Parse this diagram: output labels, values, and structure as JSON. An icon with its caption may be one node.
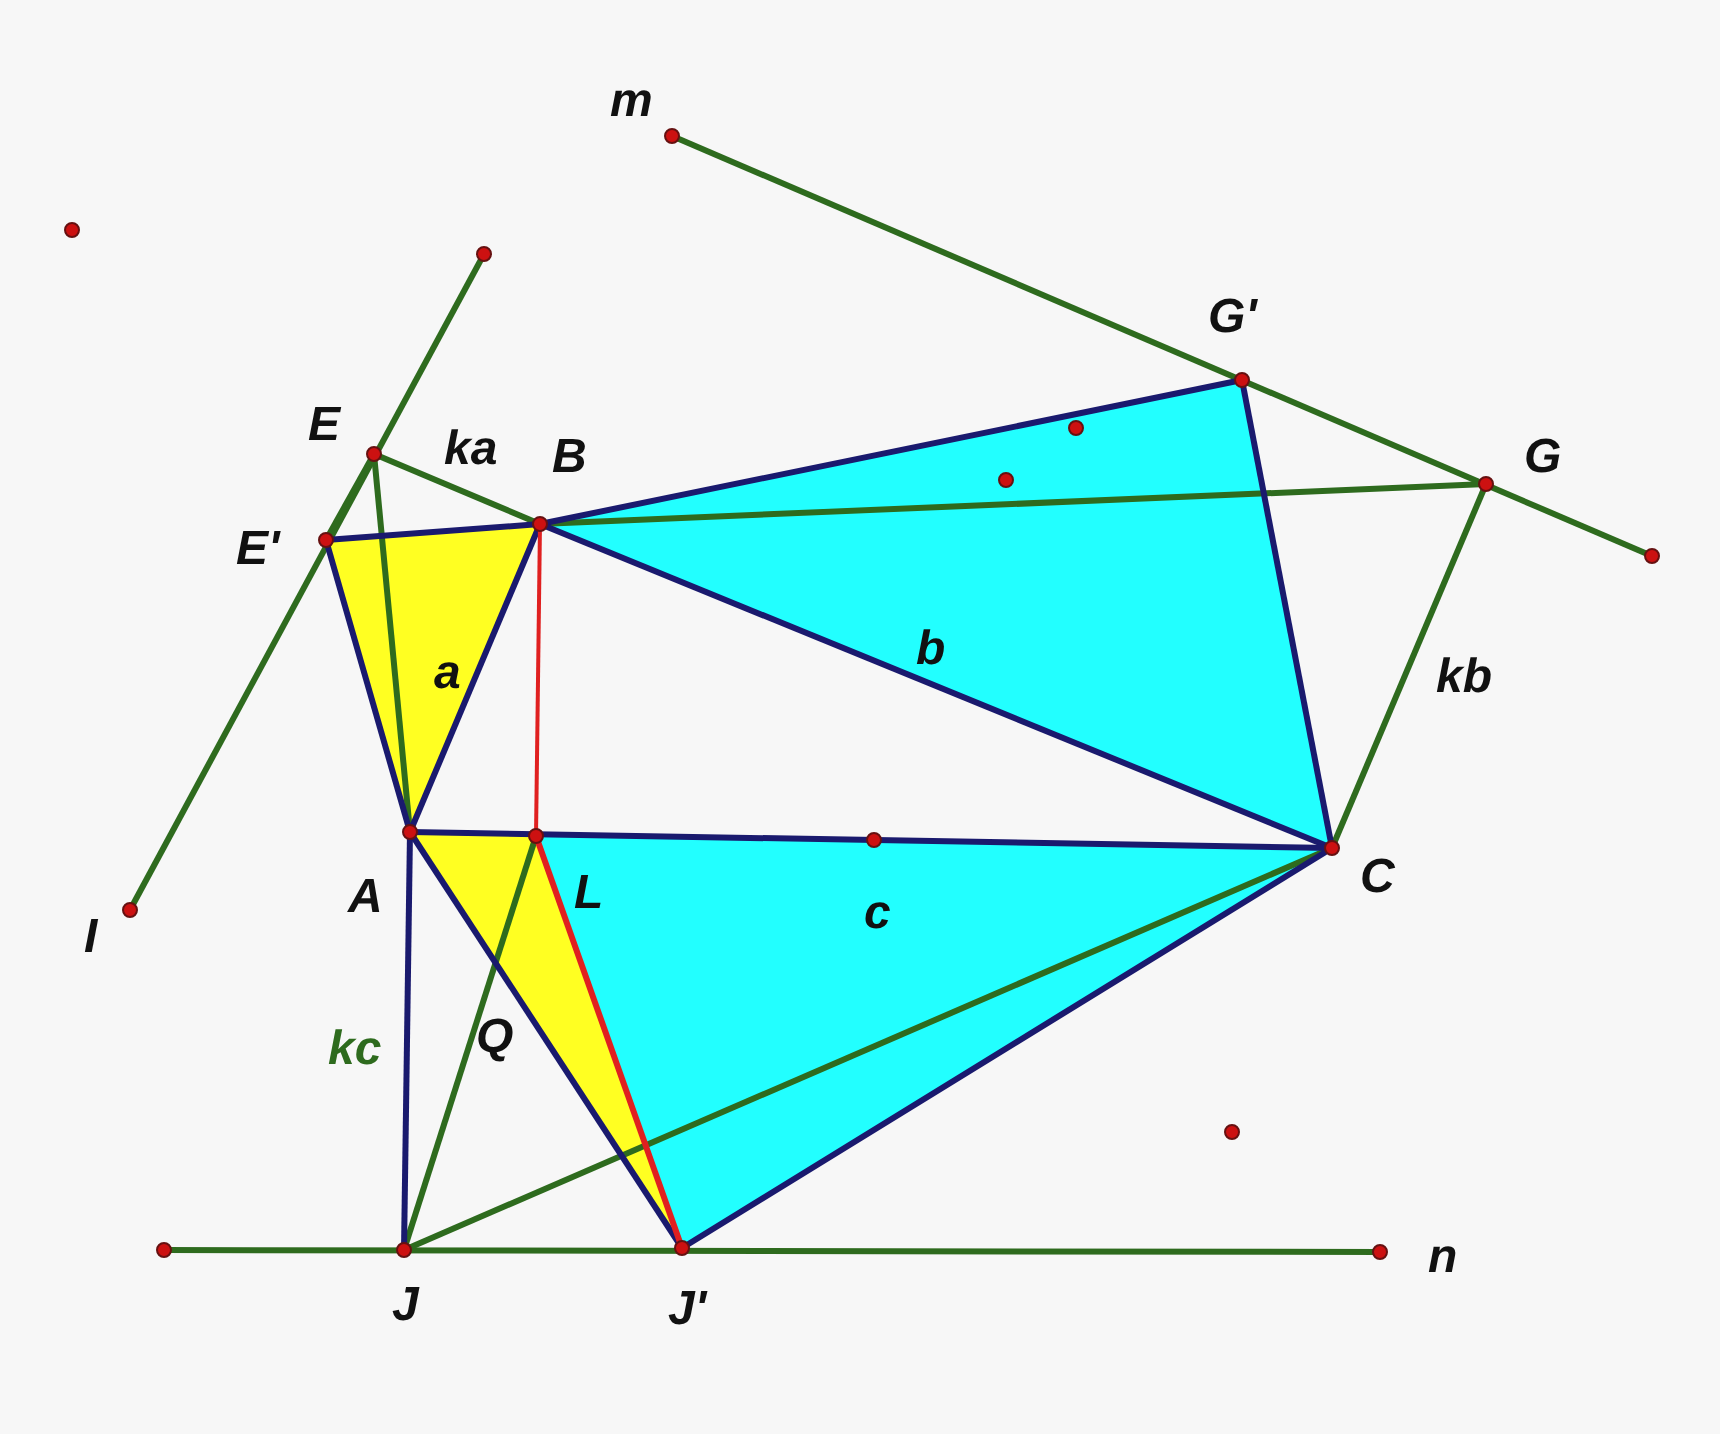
{
  "diagram": {
    "labels": [
      "m",
      "G'",
      "E",
      "ka",
      "B",
      "G",
      "E'",
      "a",
      "b",
      "kb",
      "A",
      "L",
      "C",
      "c",
      "I",
      "kc",
      "Q",
      "J",
      "J'",
      "n"
    ]
  }
}
